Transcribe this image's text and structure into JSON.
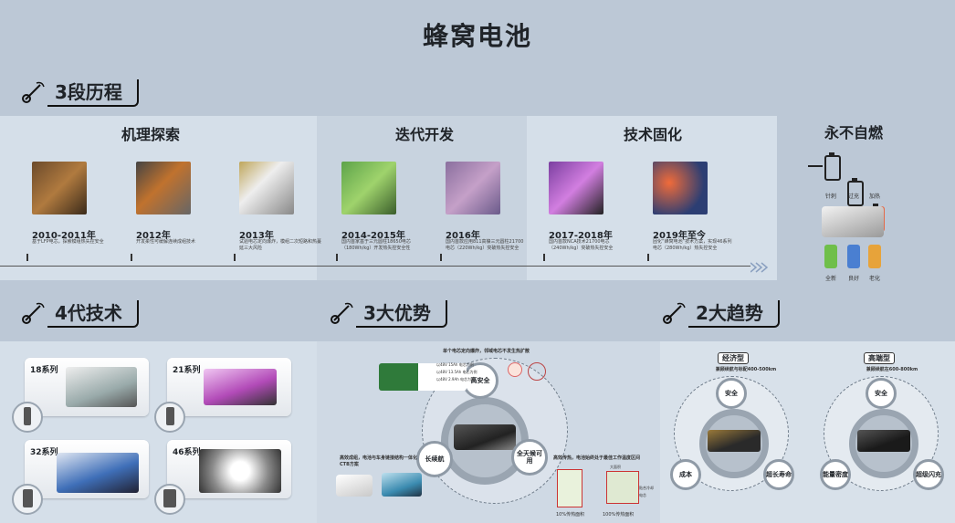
{
  "title": "蜂窝电池",
  "sections": {
    "history": "3段历程",
    "tech": "4代技术",
    "advantages": "3大优势",
    "trends": "2大趋势"
  },
  "phases": [
    "机理探索",
    "迭代开发",
    "技术固化"
  ],
  "milestones": [
    {
      "year": "2010-2011年",
      "desc": "基于LFP电芯，探索模组热失控安全"
    },
    {
      "year": "2012年",
      "desc": "开发柔性可缓解连续成组技术"
    },
    {
      "year": "2013年",
      "desc": "试验电芯定向爆炸，模组二次短路和热蔓延三大风险"
    },
    {
      "year": "2014-2015年",
      "desc": "国内首家基于三元圆柱18650电芯（180Wh/kg）开发热失控安全性"
    },
    {
      "year": "2016年",
      "desc": "国内首款应用811高镍三元圆柱21700电芯（220Wh/kg）突破热失控安全"
    },
    {
      "year": "2017-2018年",
      "desc": "国内首款NCA技术21700电芯（240Wh/kg）突破热失控安全"
    },
    {
      "year": "2019年至今",
      "desc": "固化“蜂窝电池”技术方案，实现46系列电芯（280Wh/kg）热失控安全"
    }
  ],
  "never_fire": {
    "title": "永不自燃",
    "tests": [
      "针刺",
      "过充",
      "加热"
    ],
    "states": [
      "全新",
      "良好",
      "老化"
    ]
  },
  "series": [
    "18系列",
    "21系列",
    "32系列",
    "46系列"
  ],
  "advantages": {
    "nodes": [
      "高安全",
      "长续航",
      "全天候可用"
    ],
    "note_top": "单个电芯定向爆炸，邻域电芯不发生热扩散",
    "note_left": "高效成组，电池与车身链接结构一体化CTB方案",
    "note_right": "高效传热，电池始终处于最佳工作温度区间",
    "pct_left": "10%传热面积",
    "pct_right": "100%传热面积",
    "small_a": "以48V 15Ah 电芯为例",
    "small_b": "以48V 13.5Ah 电芯为例",
    "small_c": "以48V 2.9Ah 电芯为例",
    "small_d": "大面积",
    "small_e": "贴合冷却",
    "small_f": "电芯"
  },
  "trends": [
    {
      "type": "经济型",
      "sub": "兼顾续航与标配400-500km",
      "nodes": [
        "安全",
        "成本",
        "超长寿命"
      ]
    },
    {
      "type": "高端型",
      "sub": "兼顾续航在600-800km",
      "nodes": [
        "安全",
        "能量密度",
        "超级闪充"
      ]
    }
  ],
  "colors": {
    "bg": "#bcc8d6",
    "band": "#d5dfe9",
    "accent_green": "#6fbf4a",
    "accent_blue": "#4a7fd1",
    "accent_orange": "#e7a33a"
  }
}
